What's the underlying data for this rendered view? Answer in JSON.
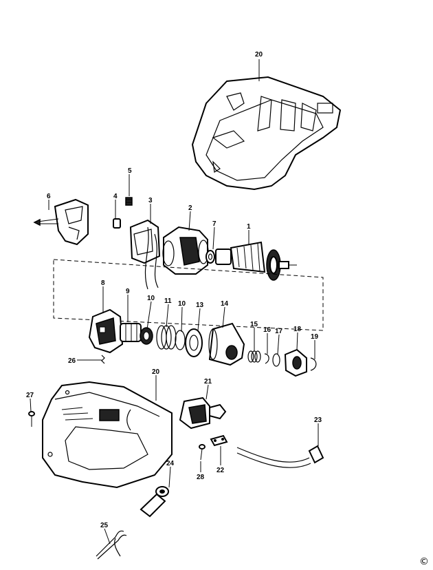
{
  "labels": {
    "p1": "1",
    "p2": "2",
    "p3": "3",
    "p4": "4",
    "p5": "5",
    "p6": "6",
    "p7": "7",
    "p8": "8",
    "p9": "9",
    "p10a": "10",
    "p10b": "10",
    "p11": "11",
    "p13": "13",
    "p14": "14",
    "p15": "15",
    "p16": "16",
    "p17": "17",
    "p18": "18",
    "p19": "19",
    "p20a": "20",
    "p20b": "20",
    "p21": "21",
    "p22": "22",
    "p23": "23",
    "p24": "24",
    "p25": "25",
    "p26": "26",
    "p27": "27",
    "p28": "28"
  },
  "copyright": "©"
}
